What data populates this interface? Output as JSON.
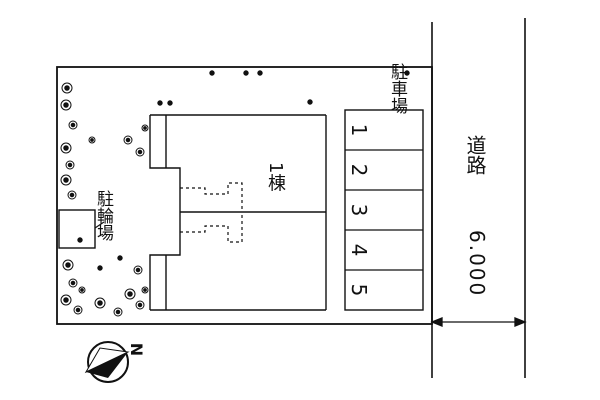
{
  "labels": {
    "parking": "駐車場",
    "bicycle_parking": "駐輪場",
    "building": "1棟",
    "road": "道路",
    "road_width": "6.000",
    "north": "N"
  },
  "parking_spaces": [
    "1",
    "2",
    "3",
    "4",
    "5"
  ],
  "colors": {
    "line": "#111111",
    "background": "#ffffff"
  }
}
